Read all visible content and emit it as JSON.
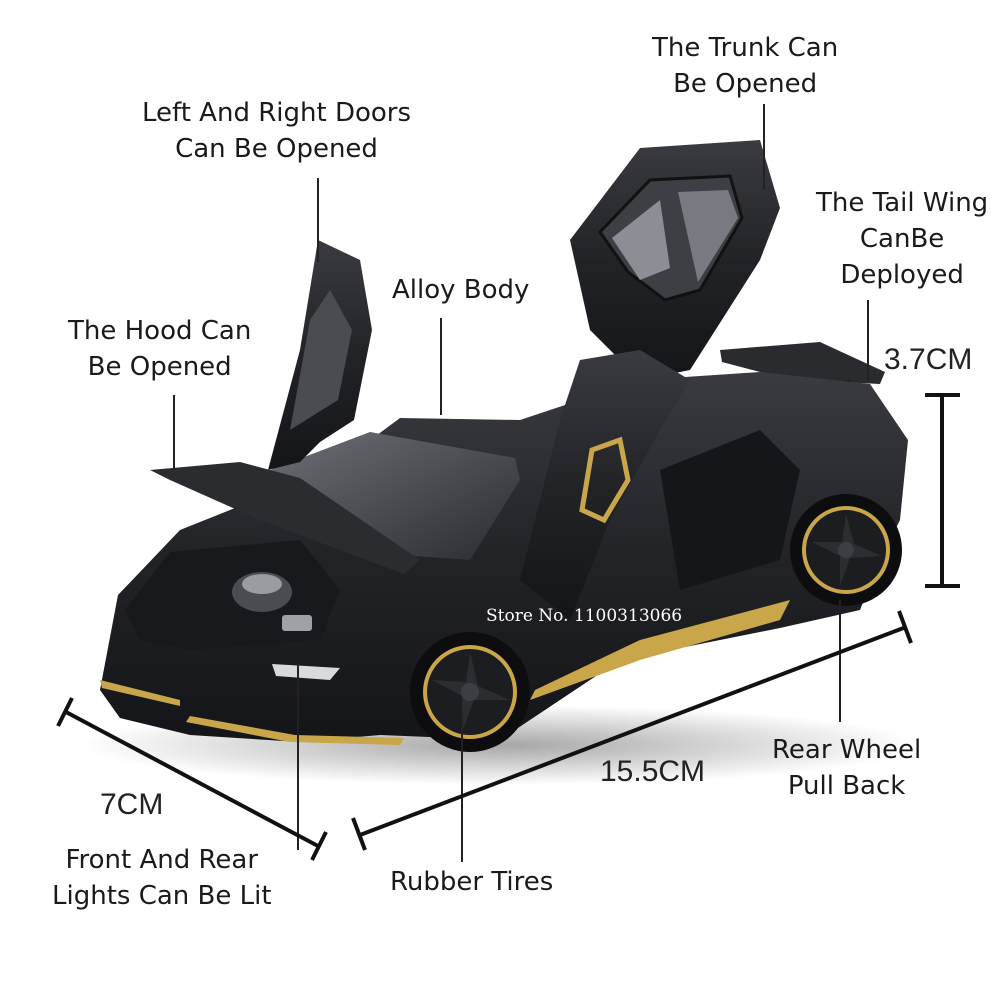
{
  "callouts": {
    "doors": {
      "line1": "Left And Right Doors",
      "line2": "Can Be Opened"
    },
    "hood": {
      "line1": "The Hood Can",
      "line2": "Be Opened"
    },
    "alloy": {
      "line1": "Alloy Body"
    },
    "trunk": {
      "line1": "The Trunk Can",
      "line2": "Be Opened"
    },
    "wing": {
      "line1": "The Tail Wing",
      "line2": "CanBe",
      "line3": "Deployed"
    },
    "wheel": {
      "line1": "Rear Wheel",
      "line2": "Pull Back"
    },
    "tires": {
      "line1": "Rubber Tires"
    },
    "lights": {
      "line1": "Front And Rear",
      "line2": "Lights Can Be Lit"
    }
  },
  "dimensions": {
    "height": "3.7CM",
    "length": "15.5CM",
    "width": "7CM"
  },
  "watermark": "Store No. 1100313066",
  "colors": {
    "body": "#1c1d21",
    "accent_gold": "#c9a64a",
    "text": "#1a1a1a",
    "background": "#ffffff"
  }
}
